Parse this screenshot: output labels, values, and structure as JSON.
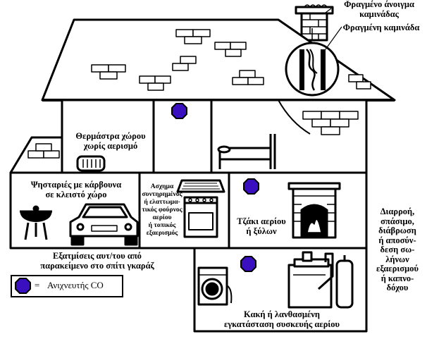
{
  "labels": {
    "chimney_opening": "Φραγμένο άνοιγμα\nκαμινάδας",
    "chimney_blocked": "Φραγμένη καμινάδα",
    "space_heater": "Θερμάστρα χώρου\nχωρίς αερισμό",
    "charcoal_grill": "Ψησταριές με κάρβουνα\nσε κλειστό χώρο",
    "car_exhaust": "Εξατμίσεις αυτ/του από\nπαρακείμενο στο σπίτι γκαράζ",
    "gas_stove": "Ασχημα\nσυντηρημένος\nή ελαττωμα-\nτικός φούρνος\nαερίου\nή τοπικός\nεξαερισμός",
    "fireplace": "Τζάκι αερίου\nή ξύλων",
    "vent_leak": "Διαρροή,\nσπάσιμο,\nδιάβρωση\nή αποσύν-\nδεση σω-\nλήνων\nεξαερισμού\nή καπνο-\nδόχου",
    "gas_appliance": "Κακή ή λανθασμένη\nεγκατάσταση συσκευής αερίου"
  },
  "legend": {
    "equals": "=",
    "text": "Ανιχνευτής CO"
  },
  "colors": {
    "detector": "#3a0fc0",
    "outline": "#000000",
    "background": "#ffffff"
  },
  "icons": [
    "co-detector-icon",
    "chimney-icon",
    "space-heater-icon",
    "charcoal-grill-icon",
    "car-icon",
    "gas-stove-icon",
    "fireplace-icon",
    "furnace-icon",
    "water-heater-icon",
    "dryer-icon",
    "bed-icon"
  ]
}
